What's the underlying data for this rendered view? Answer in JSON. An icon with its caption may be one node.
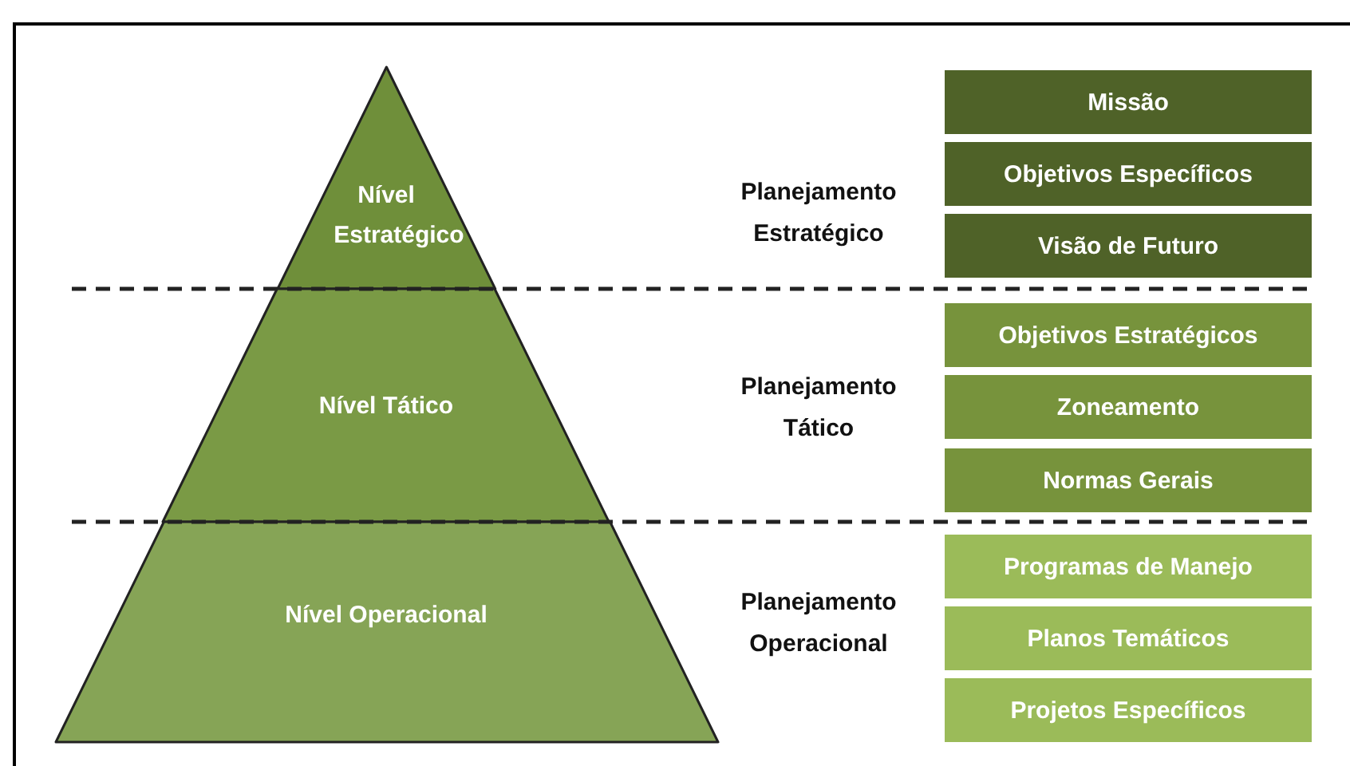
{
  "diagram": {
    "nodes": [
      {
        "text": [
          "Nível Estratégico"
        ]
      },
      {
        "text": [
          "Nível Tático"
        ]
      },
      {
        "text": [
          "Nível Operacional"
        ]
      },
      {
        "text": [
          "Missão"
        ]
      },
      {
        "text": [
          "Objetivos Específicos"
        ]
      },
      {
        "text": [
          "Visão de Futuro"
        ]
      },
      {
        "text": [
          "Objetivos Estratégicos"
        ]
      },
      {
        "text": [
          "Zoneamento"
        ]
      },
      {
        "text": [
          "Normas Gerais"
        ]
      },
      {
        "text": [
          "Programas de Manejo"
        ]
      },
      {
        "text": [
          "Planos Temáticos"
        ]
      },
      {
        "text": [
          "Projetos Específicos"
        ]
      }
    ],
    "edges": [],
    "labels": [
      "Planejamento Estratégico",
      "Planejamento Tático",
      "Planejamento Operacional"
    ]
  }
}
